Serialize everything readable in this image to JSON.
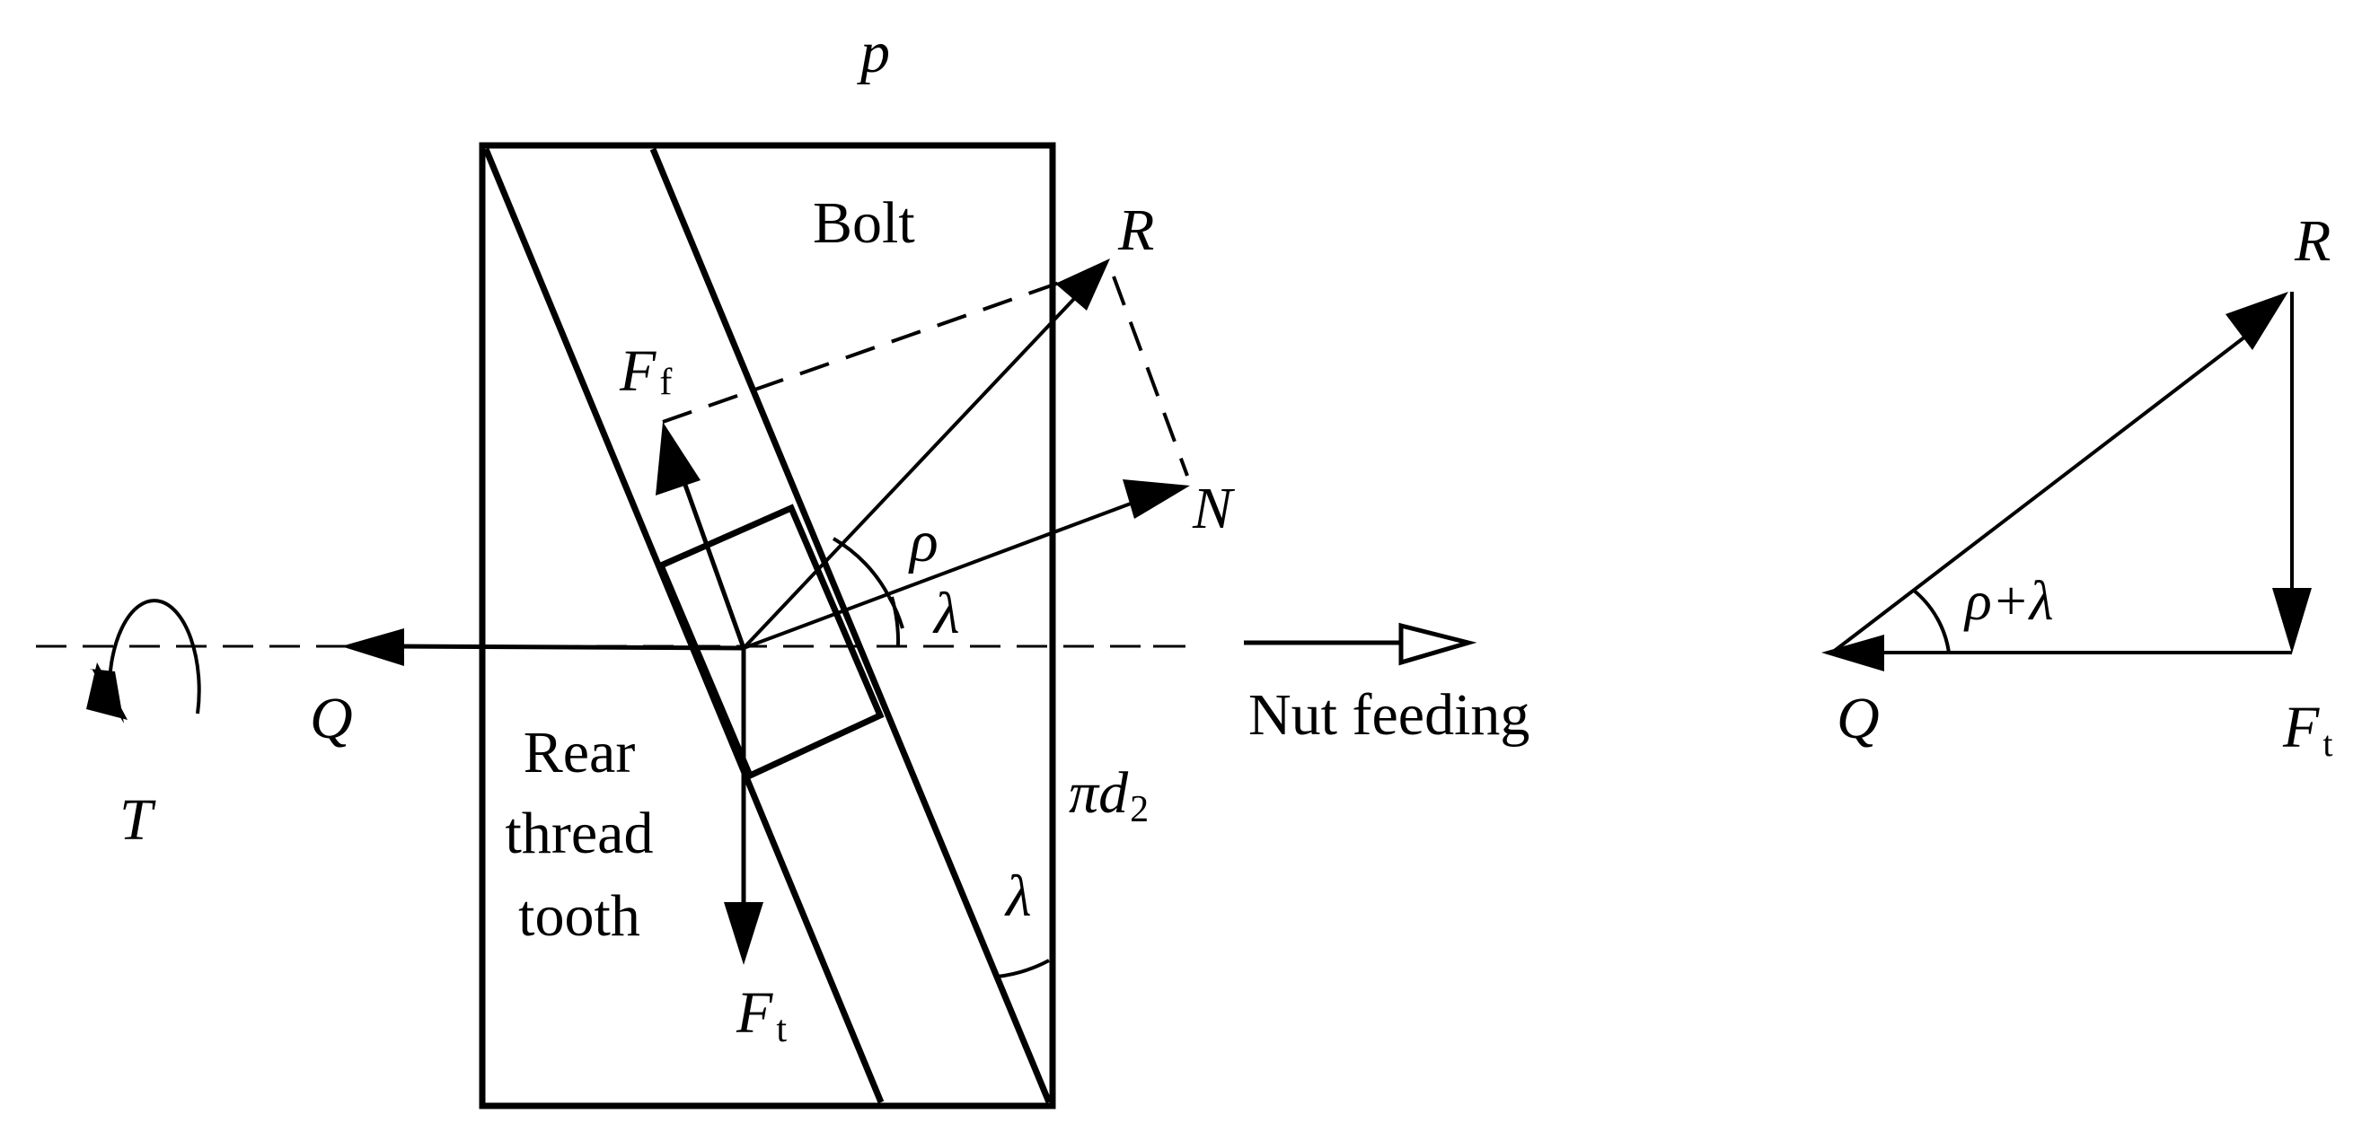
{
  "labels": {
    "p": "p",
    "bolt": "Bolt",
    "R": "R",
    "F": "F",
    "f": "f",
    "N": "N",
    "rho": "ρ",
    "lambda": "λ",
    "Q": "Q",
    "T": "T",
    "nut_feeding": "Nut feeding",
    "rear_thread_tooth": [
      "Rear",
      "thread",
      "tooth"
    ],
    "pi_d": "πd",
    "two": "2",
    "t": "t",
    "lambda_lower": "λ",
    "rho_plus_lambda": "ρ+λ",
    "R_right": "R",
    "Q_right": "Q",
    "F_right": "F",
    "t_right": "t"
  }
}
